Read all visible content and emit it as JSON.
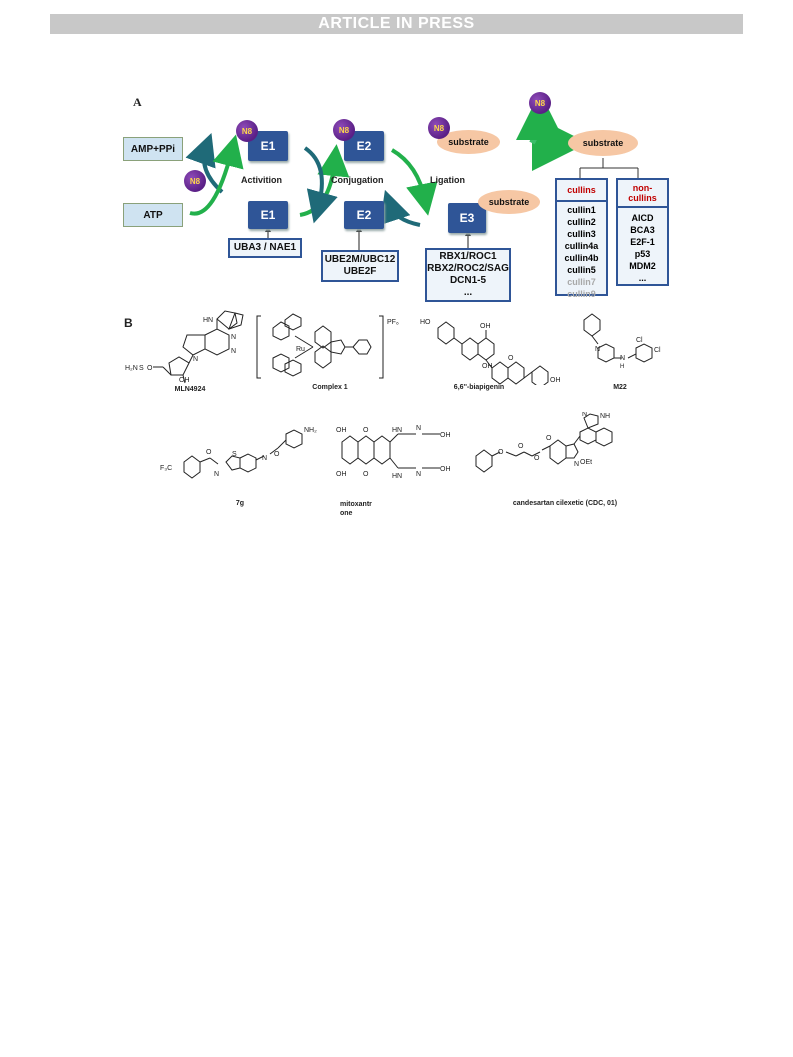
{
  "header": {
    "banner": "ARTICLE IN PRESS"
  },
  "panel_a": {
    "label": "A",
    "inputs": {
      "amp": "AMP+PPi",
      "atp": "ATP"
    },
    "n8": "N8",
    "enzymes": {
      "e1_top": "E1",
      "e1_bottom": "E1",
      "e2_top": "E2",
      "e2_bottom": "E2",
      "e3": "E3"
    },
    "steps": {
      "activation": "Activition",
      "conjugation": "Conjugation",
      "ligation": "Ligation"
    },
    "substrate": "substrate",
    "e1_box": "UBA3 / NAE1",
    "e2_box": [
      "UBE2M/UBC12",
      "UBE2F"
    ],
    "e3_box": [
      "RBX1/ROC1",
      "RBX2/ROC2/SAG",
      "DCN1-5",
      "..."
    ],
    "cullins": {
      "title": "cullins",
      "items": [
        "cullin1",
        "cullin2",
        "cullin3",
        "cullin4a",
        "cullin4b",
        "cullin5"
      ],
      "dim_items": [
        "cullin7",
        "cullin9"
      ]
    },
    "non_cullins": {
      "title": [
        "non-",
        "cullins"
      ],
      "items": [
        "AICD",
        "BCA3",
        "E2F-1",
        "p53",
        "MDM2",
        "..."
      ]
    }
  },
  "panel_b": {
    "label": "B",
    "compounds": {
      "mln": "MLN4924",
      "complex1": "Complex 1",
      "biapigenin": "6,6''-biapigenin",
      "m22": "M22",
      "c7g": "7g",
      "mitox": [
        "mitoxantr",
        "one"
      ],
      "cdc": "candesartan cilexetic (CDC, 01)"
    },
    "atom_labels": {
      "hn": "HN",
      "n": "N",
      "h2n": "H₂N",
      "oh": "OH",
      "s": "S",
      "o": "O",
      "pf6": "PF₆",
      "ru": "Ru",
      "ho": "HO",
      "cl": "Cl",
      "nh2": "NH₂",
      "f3c": "F₃C",
      "h": "H",
      "nh": "NH",
      "oet": "OEt"
    }
  }
}
